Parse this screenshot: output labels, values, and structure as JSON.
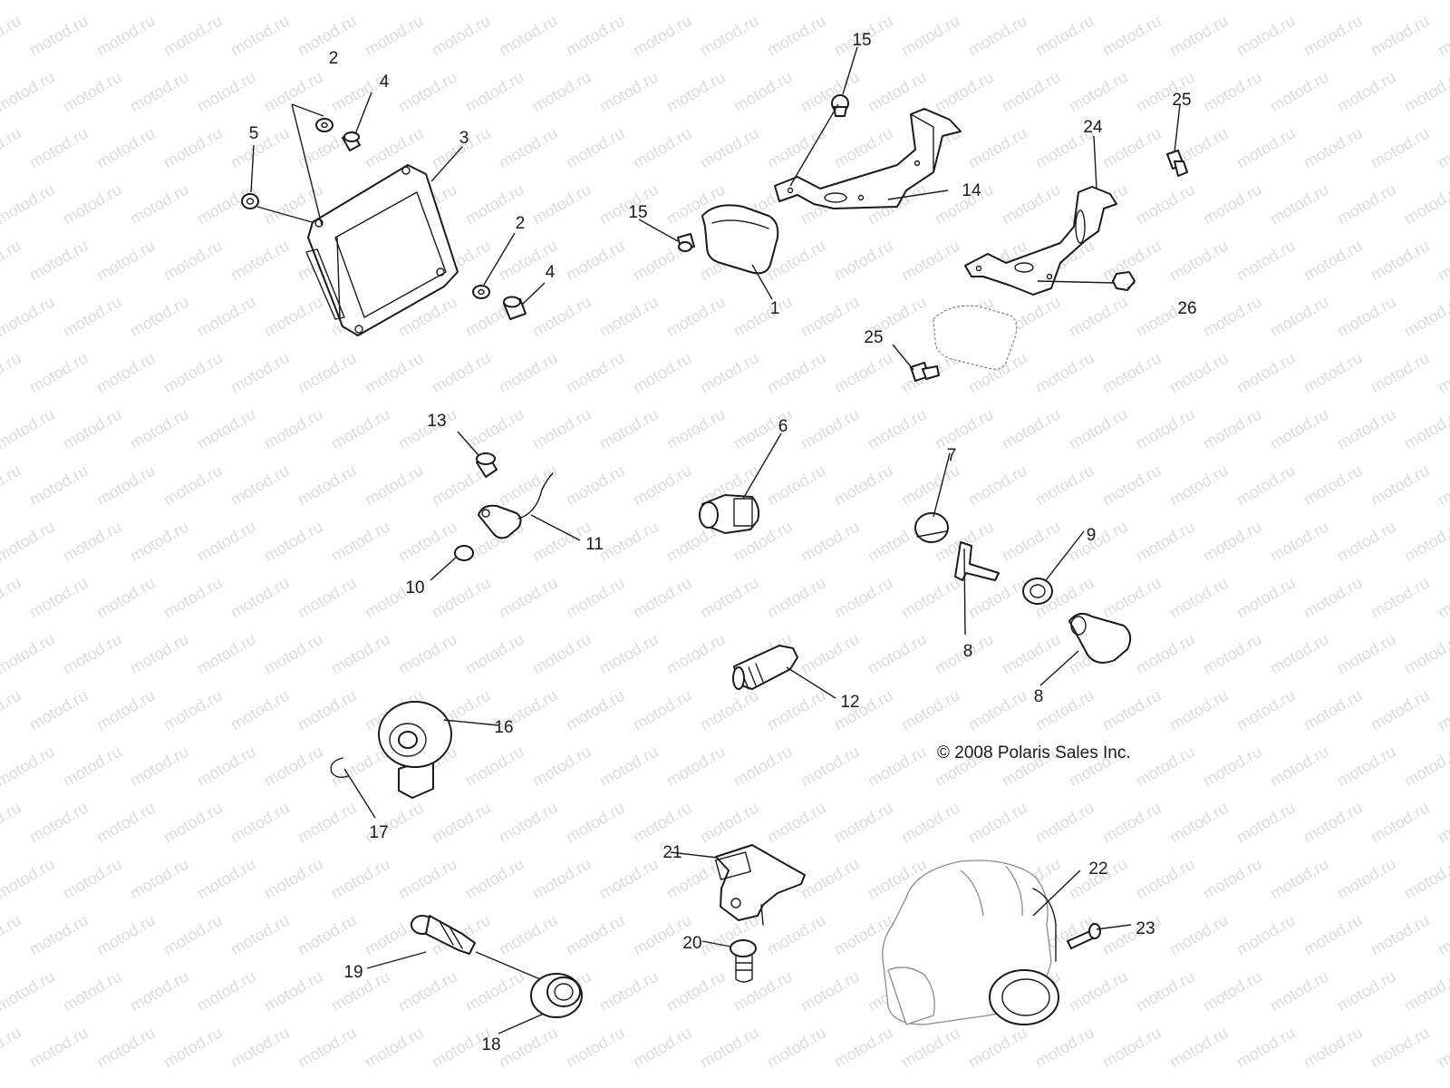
{
  "watermark": "motod.ru",
  "copyright": "© 2008 Polaris Sales Inc.",
  "callouts": {
    "c1": "1",
    "c2a": "2",
    "c2b": "2",
    "c3": "3",
    "c4a": "4",
    "c4b": "4",
    "c5": "5",
    "c6": "6",
    "c7": "7",
    "c8a": "8",
    "c8b": "8",
    "c9": "9",
    "c10": "10",
    "c11": "11",
    "c12": "12",
    "c13": "13",
    "c14": "14",
    "c15a": "15",
    "c15b": "15",
    "c16": "16",
    "c17": "17",
    "c18": "18",
    "c19": "19",
    "c20": "20",
    "c21": "21",
    "c22": "22",
    "c23": "23",
    "c24": "24",
    "c25a": "25",
    "c25b": "25",
    "c26": "26"
  },
  "colors": {
    "line": "#1a1a1a",
    "watermark": "#dcdcdc",
    "background": "#ffffff"
  }
}
